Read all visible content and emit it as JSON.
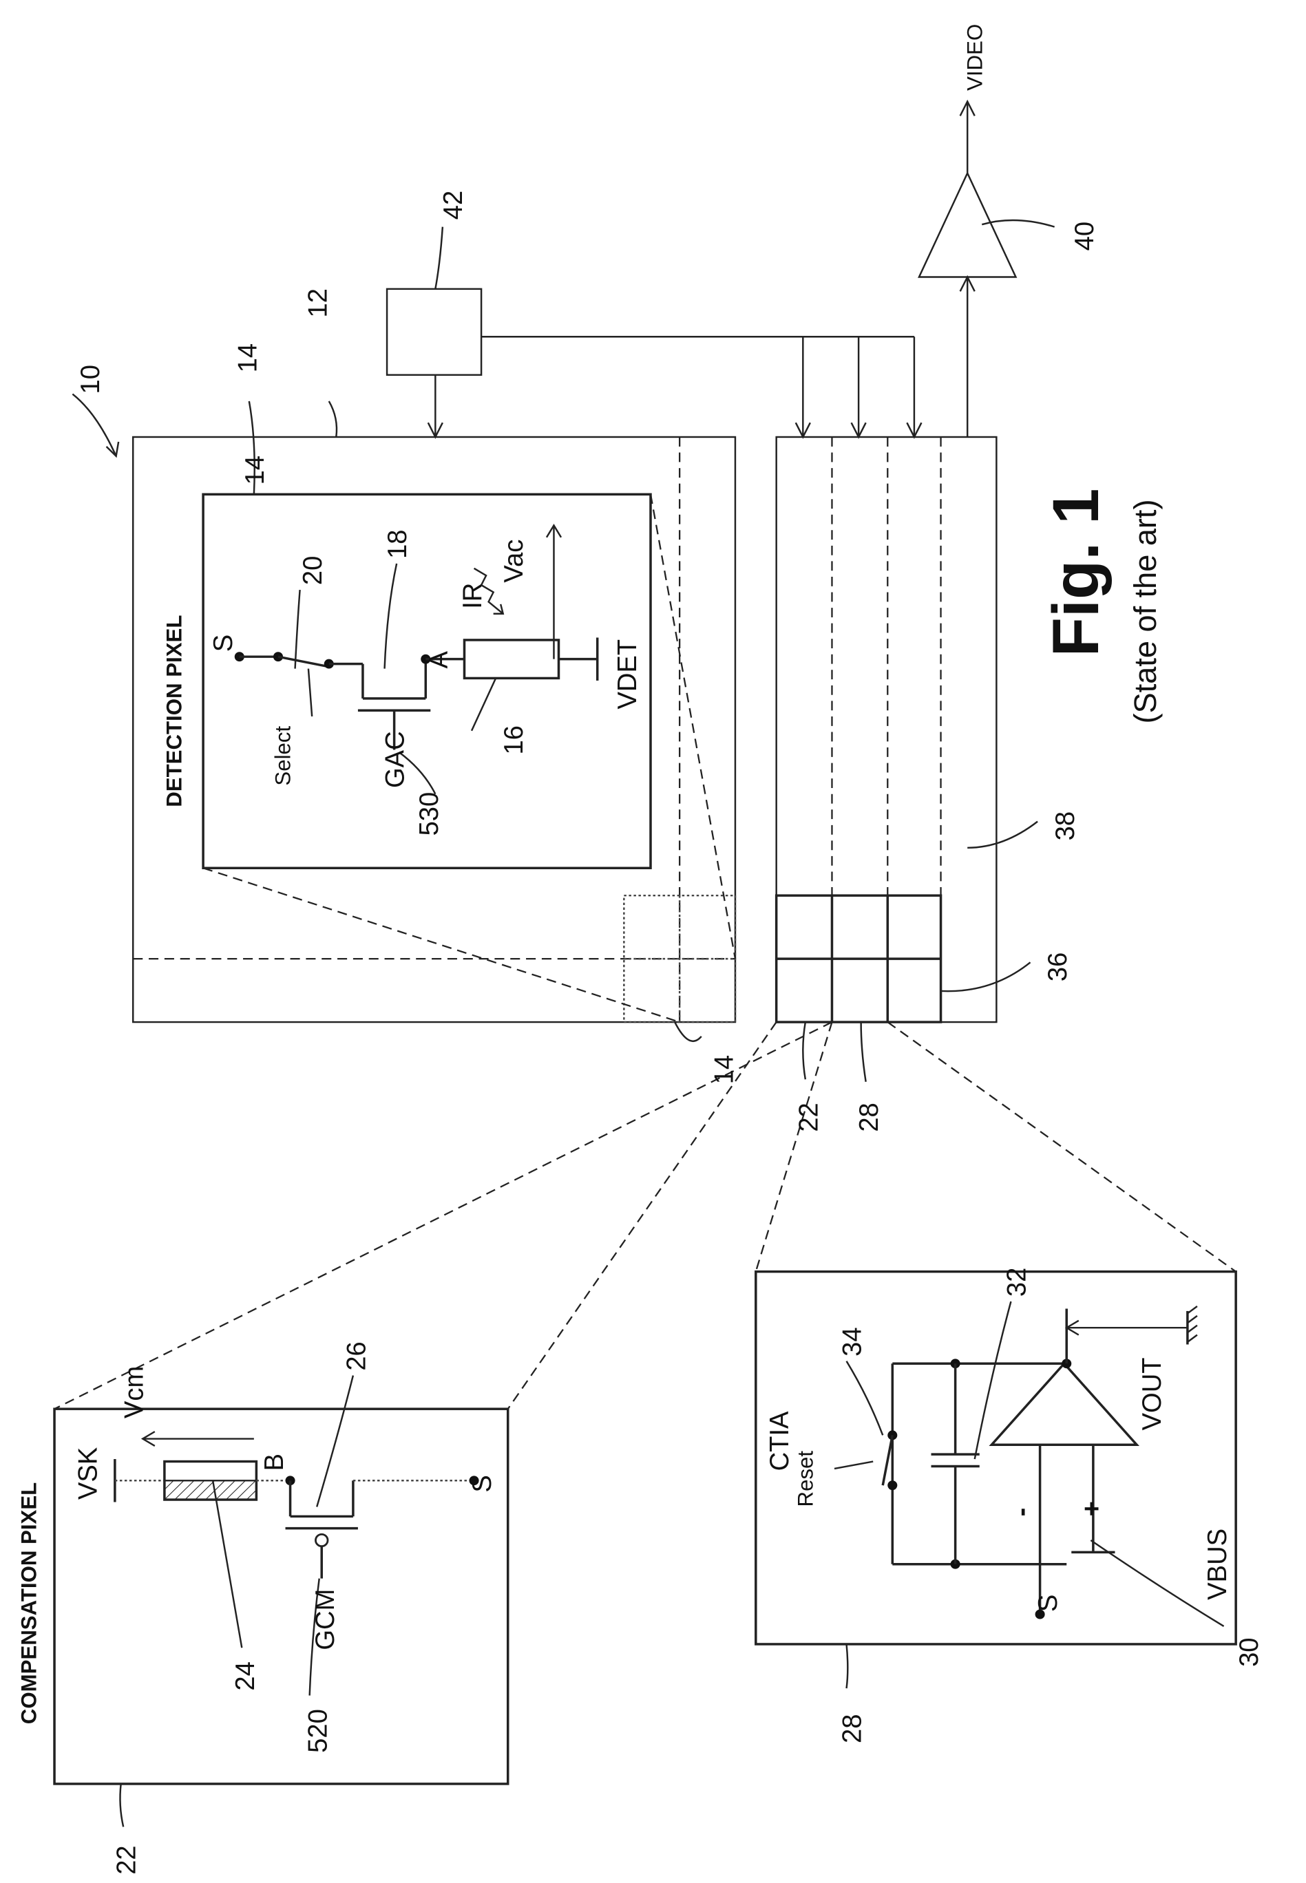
{
  "figure": {
    "title": "Fig. 1",
    "subtitle": "(State of the art)"
  },
  "detection_block": {
    "heading": "DETECTION PIXEL",
    "labels": {
      "s": "S",
      "select": "Select",
      "gac": "GAC",
      "a": "A",
      "ir": "IR",
      "vac": "Vac",
      "vdet": "VDET"
    }
  },
  "compensation_block": {
    "heading": "COMPENSATION PIXEL",
    "labels": {
      "vsk": "VSK",
      "vcm": "Vcm",
      "b": "B",
      "s": "S",
      "gcm": "GCM"
    }
  },
  "ctia_block": {
    "heading": "CTIA",
    "labels": {
      "reset": "Reset",
      "s": "S",
      "minus": "-",
      "plus": "+",
      "vout": "VOUT",
      "vbus": "VBUS"
    }
  },
  "output": {
    "video": "VIDEO"
  },
  "refs": {
    "r10": "10",
    "r12": "12",
    "r14a": "14",
    "r14b": "14",
    "r14c": "14",
    "r16": "16",
    "r18": "18",
    "r20": "20",
    "r22a": "22",
    "r22b": "22",
    "r24": "24",
    "r26": "26",
    "r28a": "28",
    "r28b": "28",
    "r30": "30",
    "r32": "32",
    "r34": "34",
    "r36": "36",
    "r38": "38",
    "r40": "40",
    "r42": "42",
    "r520": "520",
    "r530": "530"
  }
}
